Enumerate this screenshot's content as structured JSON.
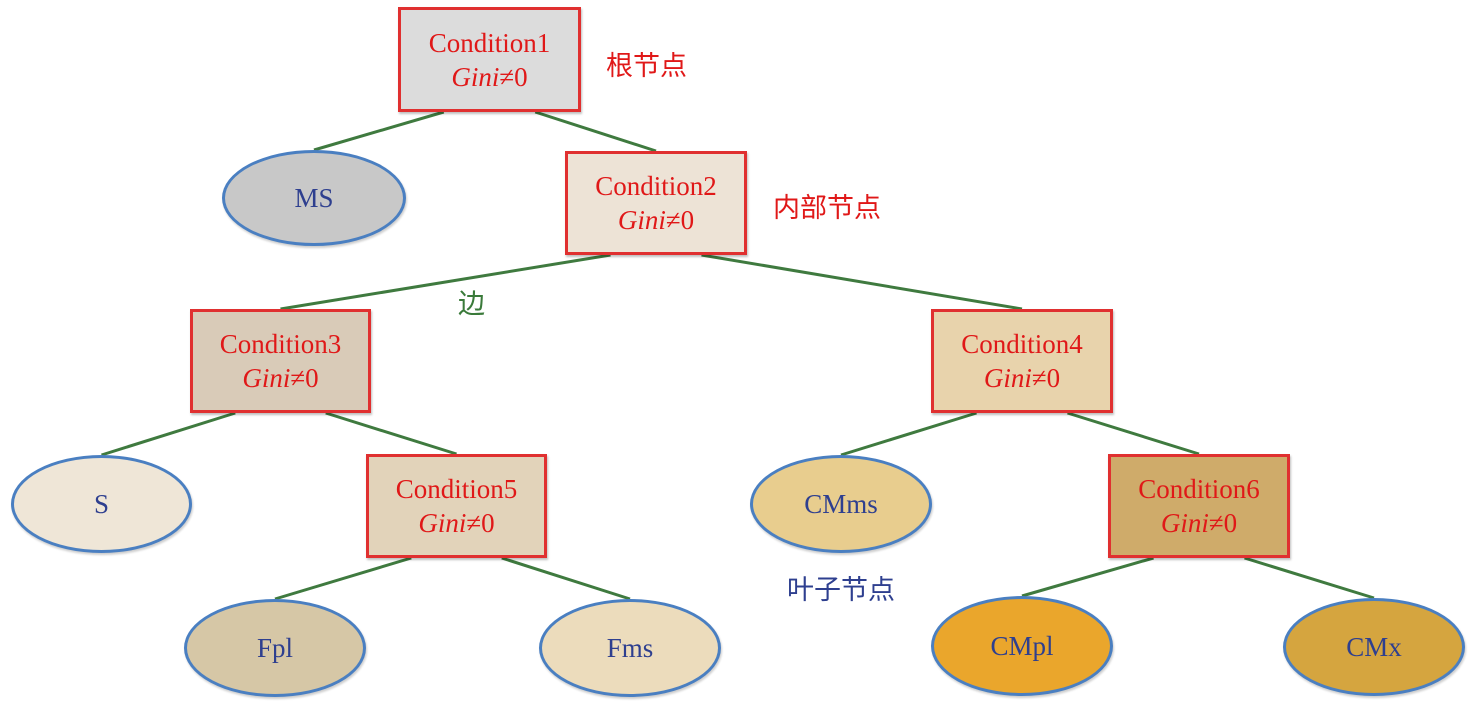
{
  "gini_prefix": "Gini",
  "gini_suffix": "≠0",
  "nodes": [
    {
      "id": "c1",
      "label": "Condition1",
      "fill": "#dcdcdc"
    },
    {
      "id": "c2",
      "label": "Condition2",
      "fill": "#ede3d6"
    },
    {
      "id": "c3",
      "label": "Condition3",
      "fill": "#d9cbb8"
    },
    {
      "id": "c4",
      "label": "Condition4",
      "fill": "#e8d3ac"
    },
    {
      "id": "c5",
      "label": "Condition5",
      "fill": "#e2d3ba"
    },
    {
      "id": "c6",
      "label": "Condition6",
      "fill": "#cfab6a"
    }
  ],
  "leaves": [
    {
      "id": "ms",
      "label": "MS",
      "fill": "#c8c8c8"
    },
    {
      "id": "s",
      "label": "S",
      "fill": "#efe6d7"
    },
    {
      "id": "fpl",
      "label": "Fpl",
      "fill": "#d6c7a6"
    },
    {
      "id": "fms",
      "label": "Fms",
      "fill": "#ecdcbc"
    },
    {
      "id": "cmms",
      "label": "CMms",
      "fill": "#e8cd8e"
    },
    {
      "id": "cmpl",
      "label": "CMpl",
      "fill": "#eaa62c"
    },
    {
      "id": "cmx",
      "label": "CMx",
      "fill": "#d5a53f"
    }
  ],
  "edges": [
    [
      "c1",
      "ms"
    ],
    [
      "c1",
      "c2"
    ],
    [
      "c2",
      "c3"
    ],
    [
      "c2",
      "c4"
    ],
    [
      "c3",
      "s"
    ],
    [
      "c3",
      "c5"
    ],
    [
      "c5",
      "fpl"
    ],
    [
      "c5",
      "fms"
    ],
    [
      "c4",
      "cmms"
    ],
    [
      "c4",
      "c6"
    ],
    [
      "c6",
      "cmpl"
    ],
    [
      "c6",
      "cmx"
    ]
  ],
  "annotations": {
    "root": "根节点",
    "internal": "内部节点",
    "edge": "边",
    "leaf": "叶子节点"
  },
  "colors": {
    "edge": "#3f7a3f",
    "box_border": "#e03030",
    "box_text": "#e01818",
    "leaf_border": "#4a7fc1",
    "leaf_text": "#2e3f8f"
  }
}
